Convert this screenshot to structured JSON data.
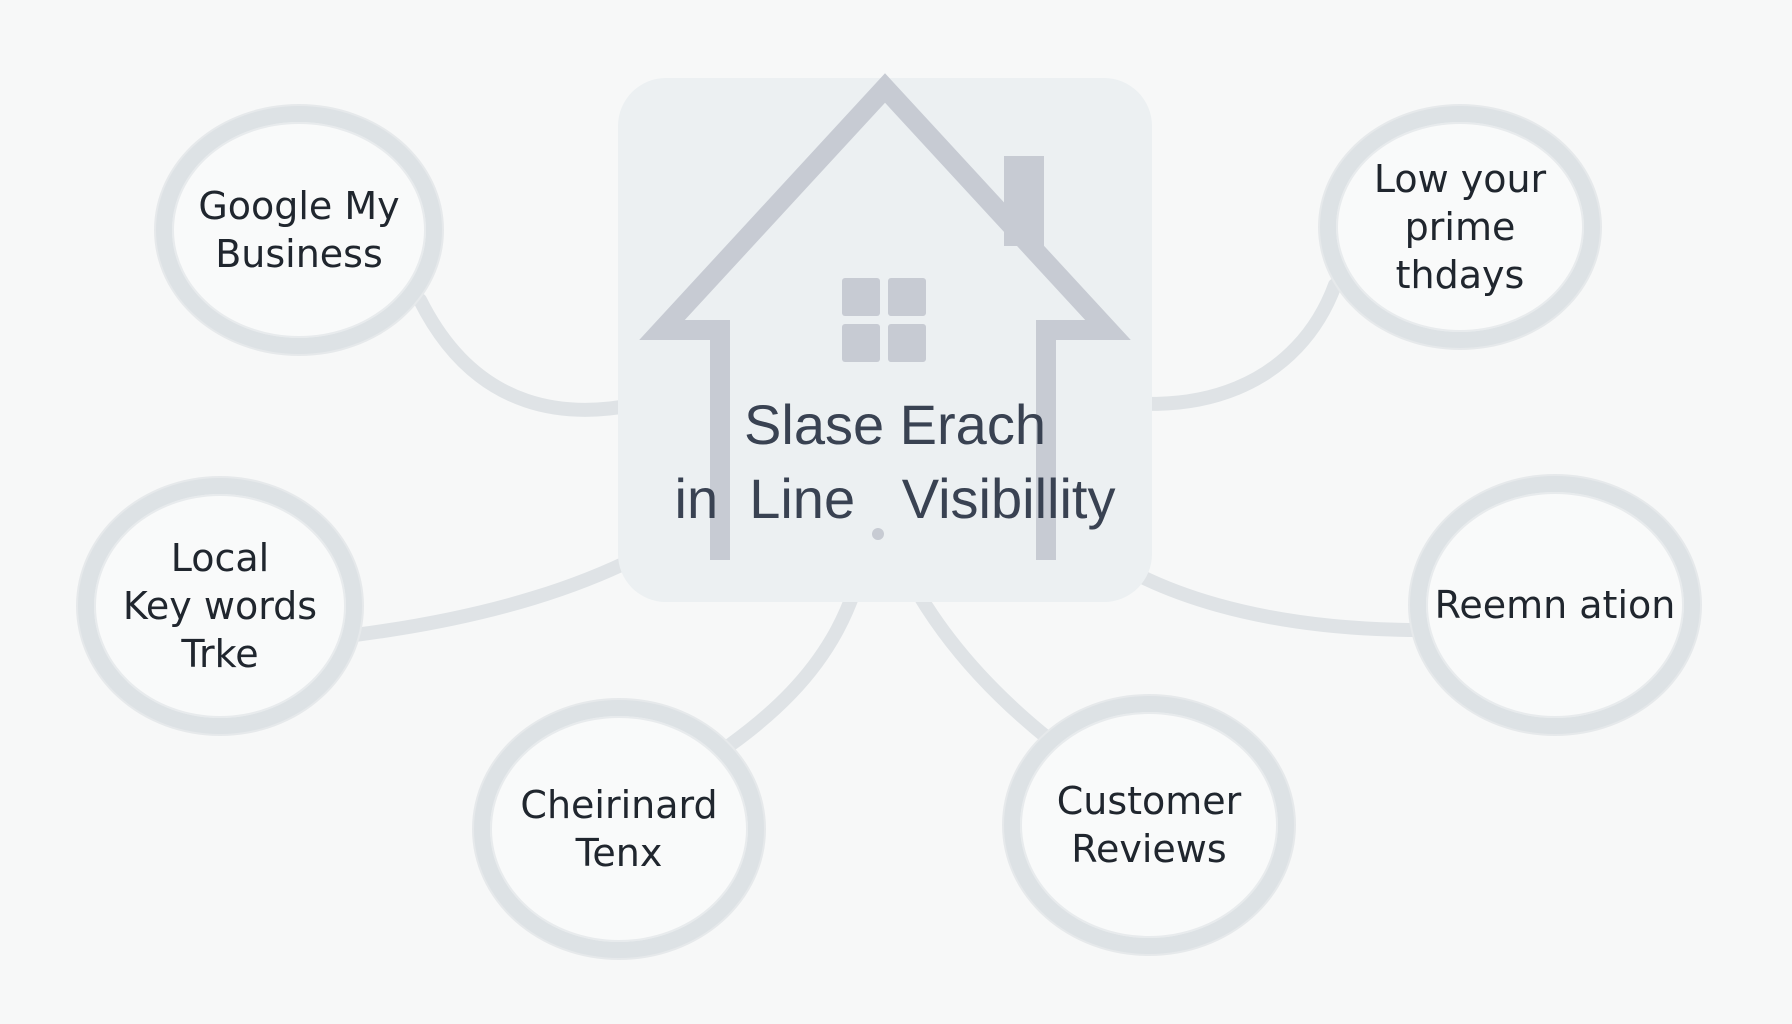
{
  "diagram": {
    "center": {
      "title_line1": "Slase Erach",
      "title_line2": "in  Line   Visibillity",
      "icon": "house-icon"
    },
    "nodes": [
      {
        "id": "google-my-business",
        "label": "Google My\nBusiness"
      },
      {
        "id": "low-your-prime",
        "label": "Low your\nprime thdays"
      },
      {
        "id": "local-keywords",
        "label": "Local\nKey words\nTrke"
      },
      {
        "id": "reemnation",
        "label": "Reemn ation"
      },
      {
        "id": "cheirinard-tenx",
        "label": "Cheirinard\nTenx"
      },
      {
        "id": "customer-reviews",
        "label": "Customer\nReviews"
      }
    ],
    "colors": {
      "background": "#f7f8f8",
      "hub_card": "#ecf0f2",
      "house": "#c7cbd3",
      "ring": "#dde2e5",
      "title_text": "#394252",
      "node_text": "#20262e"
    }
  }
}
